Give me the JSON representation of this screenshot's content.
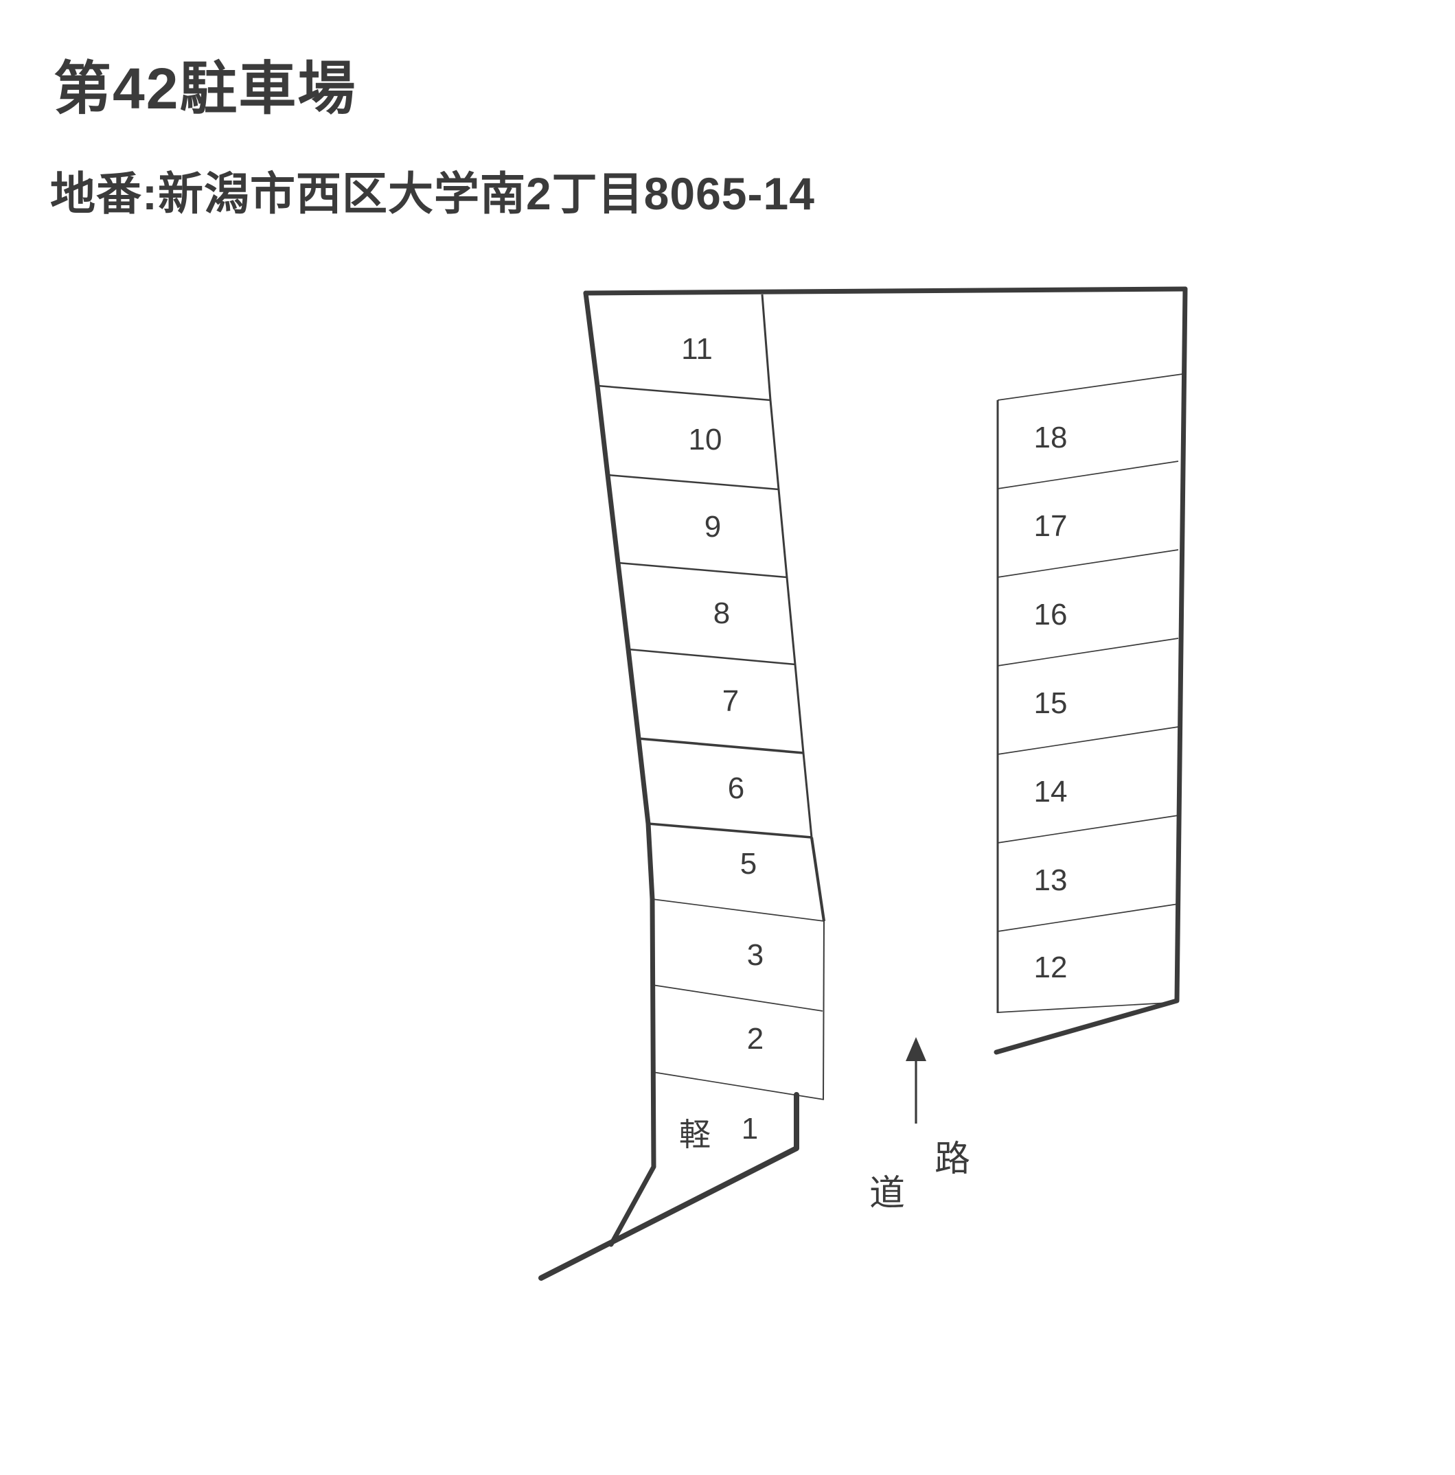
{
  "page": {
    "title": "第42駐車場",
    "address": "地番:新潟市西区大学南2丁目8065-14"
  },
  "map": {
    "left_spaces": [
      "11",
      "10",
      "9",
      "8",
      "7",
      "6",
      "5",
      "3",
      "2",
      "1"
    ],
    "right_spaces": [
      "18",
      "17",
      "16",
      "15",
      "14",
      "13",
      "12"
    ],
    "kei_label": "軽",
    "road": {
      "top_char": "路",
      "bottom_char": "道"
    },
    "colors": {
      "ink": "#3b3b3b",
      "paper": "#ffffff"
    }
  }
}
